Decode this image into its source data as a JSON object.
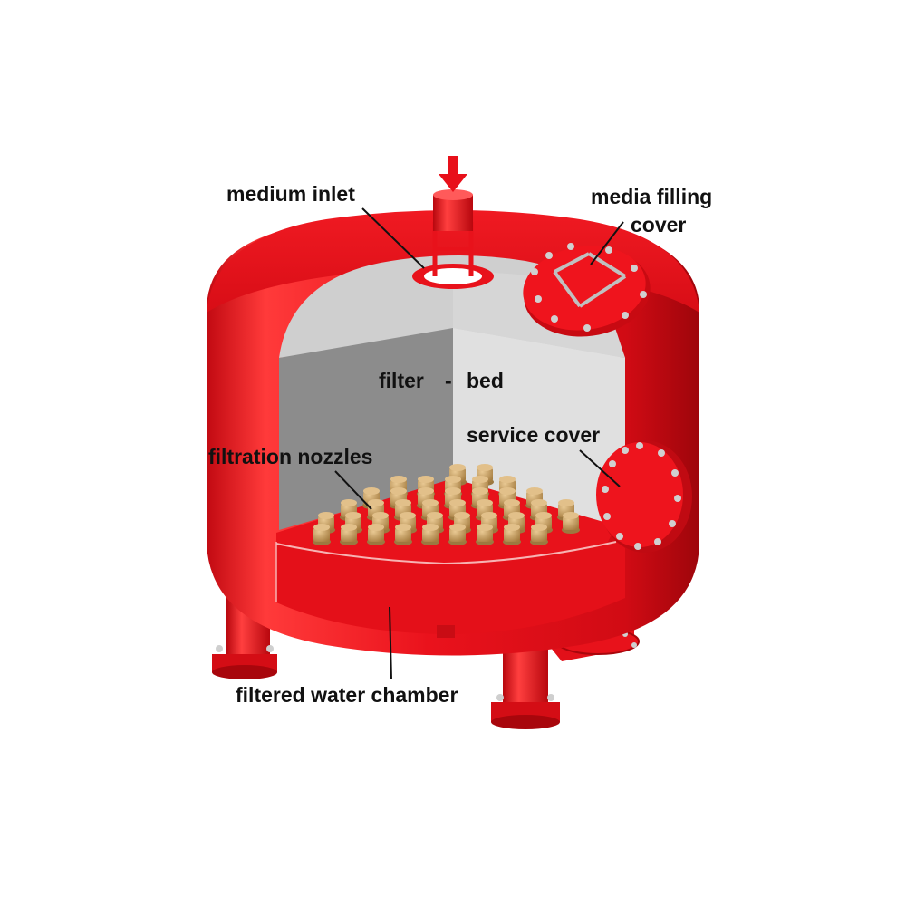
{
  "labels": {
    "medium_inlet": "medium inlet",
    "media_filling_line1": "media filling",
    "media_filling_line2": "cover",
    "filter_bed_word1": "filter",
    "filter_bed_dash": "-",
    "filter_bed_word2": "bed",
    "service_cover": "service cover",
    "filtration_nozzles": "filtration nozzles",
    "filtered_water_chamber": "filtered water chamber"
  },
  "colors": {
    "vessel_red": "#e8101a",
    "vessel_dark_red": "#b3060d",
    "vessel_highlight": "#ff4a4a",
    "interior_dark": "#8a8a8a",
    "interior_light": "#dcdcdc",
    "interior_ceiling": "#c9c9c9",
    "nozzle": "#c9a46a",
    "nozzle_dark": "#9c7840",
    "bolt": "#d0d0d0",
    "arrow": "#e8101a",
    "text": "#111111"
  },
  "icons": {
    "inlet_arrow": "down-arrow-icon"
  }
}
